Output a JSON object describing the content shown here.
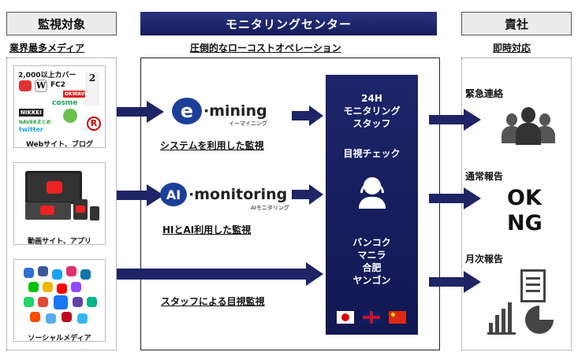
{
  "headers": {
    "left": "監視対象",
    "center": "モニタリングセンター",
    "right": "責社"
  },
  "subheaders": {
    "left": "業界最多メディア",
    "center": "圧倒的なローコストオペレーション",
    "right": "即時対応"
  },
  "sources": [
    {
      "label": "Webサイト、ブログ",
      "coverage": "2,000以上カバー",
      "logos": [
        "W",
        "FC2",
        "OKWAVE",
        "cosme",
        "NIKKEI",
        "NAVERまとめ",
        "twitter",
        "R",
        "2"
      ]
    },
    {
      "label": "動画サイト、アプリ"
    },
    {
      "label": "ソーシャルメディア"
    }
  ],
  "products": [
    {
      "name_mark": "e",
      "name_text": "·mining",
      "subtitle": "イーマイニング",
      "caption": "システムを利用した監視"
    },
    {
      "name_mark": "AI",
      "name_text": "·monitoring",
      "subtitle": "AIモニタリング",
      "caption": "HIとAI利用した監視"
    },
    {
      "caption": "スタッフによる目視監視"
    }
  ],
  "center_column": {
    "line1": "24H",
    "line2": "モニタリング",
    "line3": "スタッフ",
    "check": "目視チェック",
    "cities": [
      "バンコク",
      "マニラ",
      "合肥",
      "ヤンゴン"
    ]
  },
  "outputs": [
    {
      "label": "緊急連絡",
      "icon": "people-icon"
    },
    {
      "label": "通常報告",
      "ok": "OK",
      "ng": "NG"
    },
    {
      "label": "月次報告",
      "icon": "report-icon"
    }
  ],
  "colors": {
    "navy": "#1f2466",
    "header_navy": "#1b2368"
  }
}
